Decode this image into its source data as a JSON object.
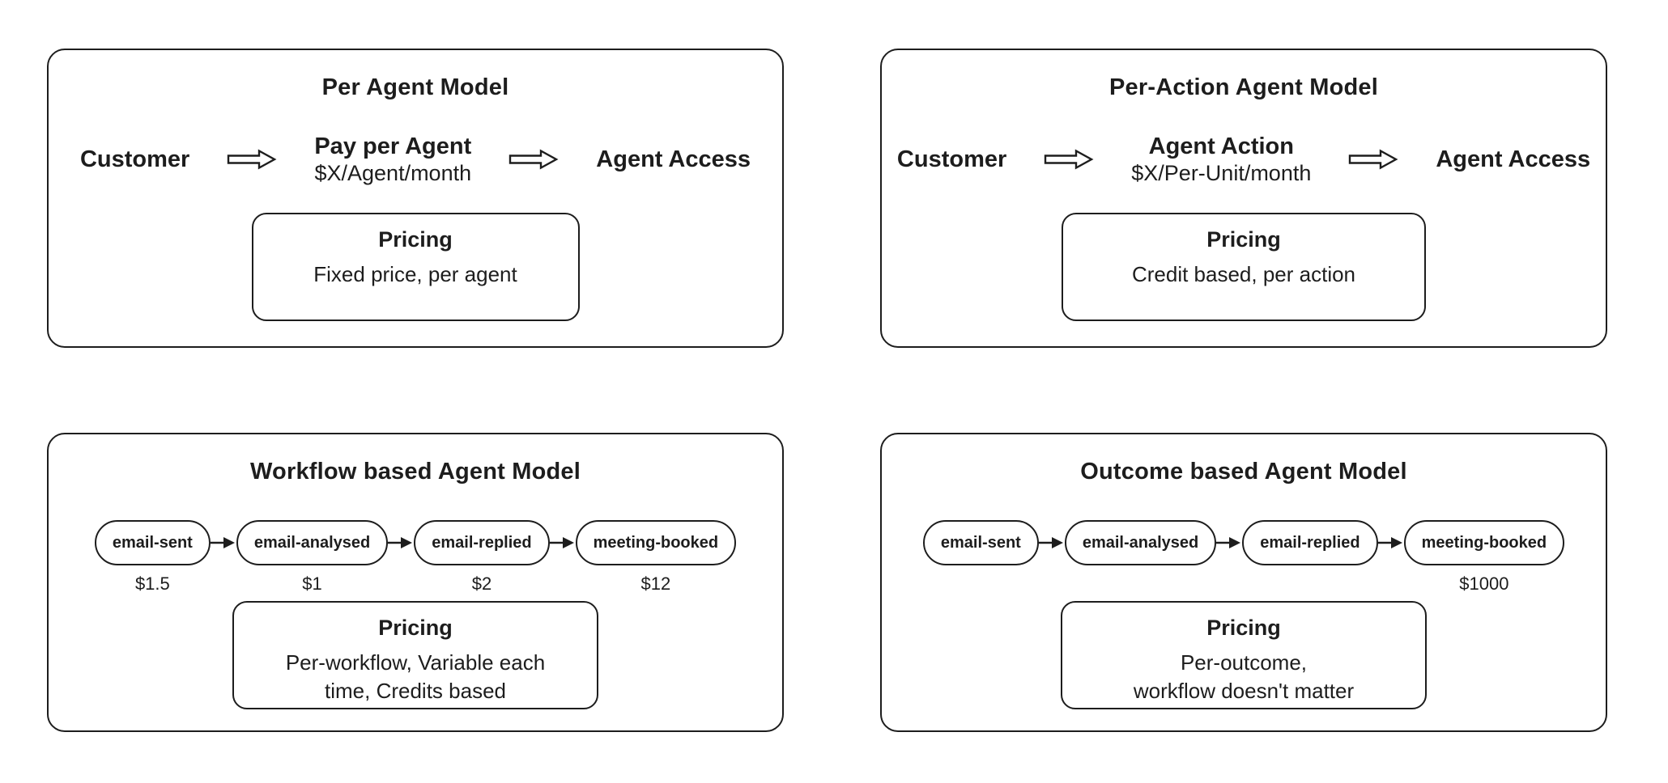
{
  "colors": {
    "ink": "#1d1d1d",
    "background": "#ffffff"
  },
  "panels": {
    "per_agent": {
      "title": "Per Agent Model",
      "flow": {
        "source": "Customer",
        "node_title": "Pay per Agent",
        "node_subtitle": "$X/Agent/month",
        "target": "Agent Access"
      },
      "pricing": {
        "heading": "Pricing",
        "lines": [
          "Fixed price, per agent"
        ]
      }
    },
    "per_action": {
      "title": "Per-Action Agent Model",
      "flow": {
        "source": "Customer",
        "node_title": "Agent Action",
        "node_subtitle": "$X/Per-Unit/month",
        "target": "Agent Access"
      },
      "pricing": {
        "heading": "Pricing",
        "lines": [
          "Credit based, per action"
        ]
      }
    },
    "workflow": {
      "title": "Workflow based Agent Model",
      "steps": [
        {
          "label": "email-sent",
          "price": "$1.5"
        },
        {
          "label": "email-analysed",
          "price": "$1"
        },
        {
          "label": "email-replied",
          "price": "$2"
        },
        {
          "label": "meeting-booked",
          "price": "$12"
        }
      ],
      "pricing": {
        "heading": "Pricing",
        "lines": [
          "Per-workflow, Variable each",
          "time, Credits based"
        ]
      }
    },
    "outcome": {
      "title": "Outcome based Agent Model",
      "steps": [
        {
          "label": "email-sent",
          "price": ""
        },
        {
          "label": "email-analysed",
          "price": ""
        },
        {
          "label": "email-replied",
          "price": ""
        },
        {
          "label": "meeting-booked",
          "price": "$1000"
        }
      ],
      "pricing": {
        "heading": "Pricing",
        "lines": [
          "Per-outcome,",
          "workflow doesn't matter"
        ]
      }
    }
  }
}
